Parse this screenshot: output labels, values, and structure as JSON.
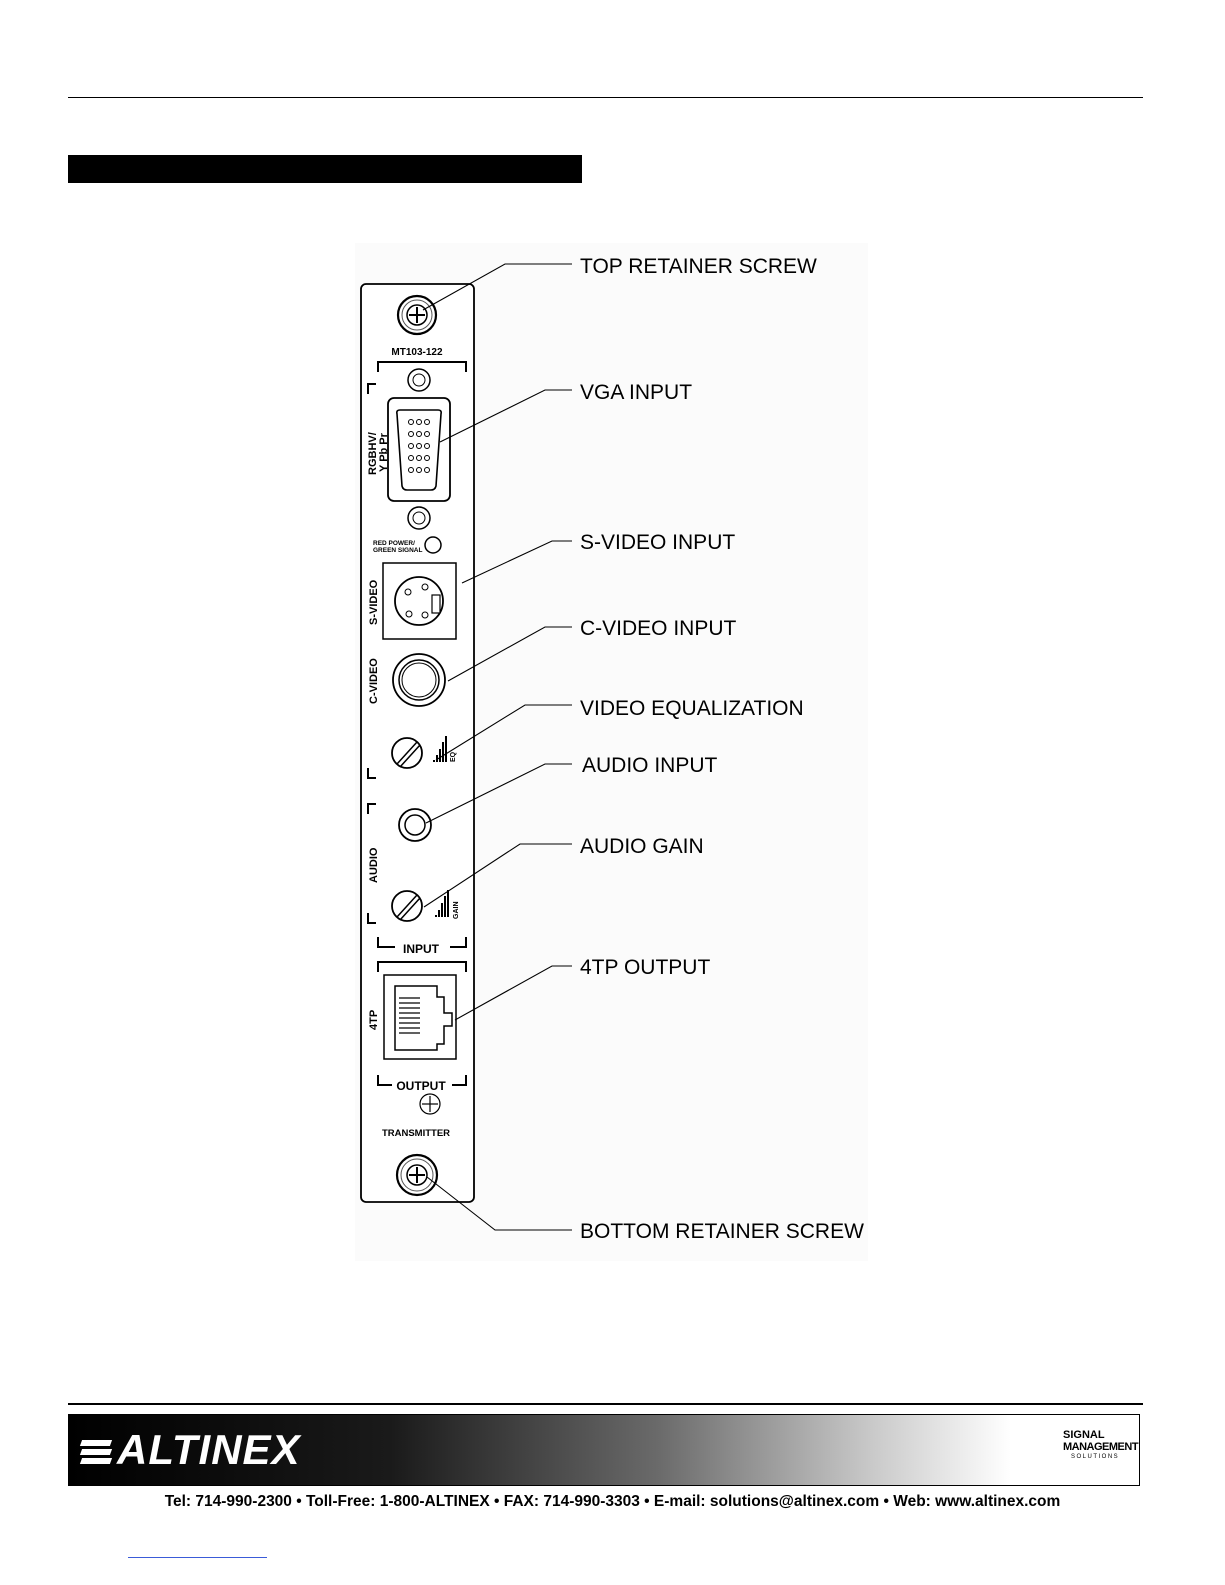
{
  "callouts": {
    "top_screw": "TOP RETAINER SCREW",
    "vga": "VGA INPUT",
    "svideo": "S-VIDEO INPUT",
    "cvideo": "C-VIDEO INPUT",
    "eq": "VIDEO EQUALIZATION",
    "audio_in": "AUDIO INPUT",
    "audio_gain": "AUDIO GAIN",
    "tp_out": "4TP OUTPUT",
    "bottom_screw": "BOTTOM RETAINER SCREW"
  },
  "panel": {
    "model": "MT103-122",
    "rgbhv_line1": "RGBHV/",
    "rgbhv_line2": "Y Pb Pr",
    "led_line1": "RED POWER/",
    "led_line2": "GREEN SIGNAL",
    "svideo": "S-VIDEO",
    "cvideo": "C-VIDEO",
    "eq": "EQ",
    "audio": "AUDIO",
    "gain": "GAIN",
    "input": "INPUT",
    "tp": "4TP",
    "output": "OUTPUT",
    "transmitter": "TRANSMITTER"
  },
  "footer": {
    "brand": "ALTINEX",
    "logo_line1": "SIGNAL",
    "logo_line2": "MANAGEMENT",
    "logo_line3": "SOLUTIONS",
    "contact": "Tel: 714-990-2300 • Toll-Free: 1-800-ALTINEX • FAX: 714-990-3303 • E-mail: solutions@altinex.com • Web: www.altinex.com"
  }
}
